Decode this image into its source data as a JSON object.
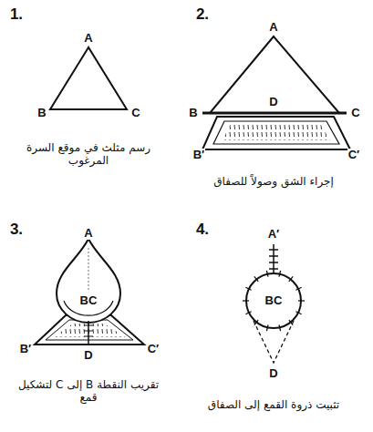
{
  "diagram": {
    "labels": [
      "1.",
      "A",
      "B",
      "C",
      "رسم مثلث في موقع السرة المرغوب",
      "2.",
      "A",
      "B",
      "D",
      "C",
      "B′",
      "C′",
      "إجراء الشق وصولاً للصفاق",
      "3.",
      "A",
      "BC",
      "B′",
      "D",
      "C′",
      "تقريب النقطة B إلى C لتشكيل قمع",
      "4.",
      "A′",
      "BC",
      "D",
      "تثبيت ذروة القمع إلى الصفاق"
    ]
  }
}
